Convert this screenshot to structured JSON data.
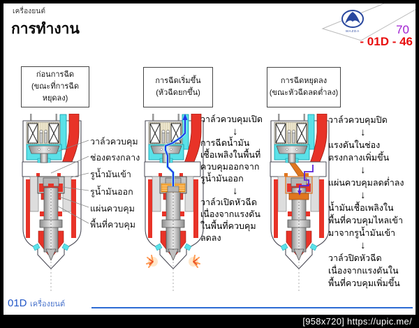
{
  "header": {
    "kicker": "เครื่องยนต์",
    "title": "การทำงาน",
    "page_number": "70",
    "doc_code": "- 01D - 46",
    "logo_text": "MAZDA"
  },
  "columns": [
    {
      "box_lines": [
        "ก่อนการฉีด",
        "(ขณะที่การฉีด",
        "หยุดลง)"
      ],
      "labels": [
        "วาล์วควบคุม",
        "ช่องตรงกลาง",
        "รูน้ำมันเข้า",
        "รูน้ำมันออก",
        "แผ่นควบคุม",
        "พื้นที่ควบคุม"
      ]
    },
    {
      "box_lines": [
        "การฉีดเริ่มขึ้น",
        "(หัวฉีดยกขึ้น)"
      ],
      "steps": [
        "วาล์วควบคุมเปิด",
        "↓",
        "การฉีดน้ำมัน",
        "เชื้อเพลิงในพื้นที่",
        "ควบคุมออกจาก",
        "รูน้ำมันออก",
        "↓",
        "วาล์วเปิดหัวฉีด",
        "เนื่องจากแรงดัน",
        "ในพื้นที่ควบคุม",
        "ลดลง"
      ]
    },
    {
      "box_lines": [
        "การฉีดหยุดลง",
        "(ขณะหัวฉีดลดต่ำลง)"
      ],
      "steps": [
        "วาล์วควบคุมปิด",
        "↓",
        "แรงดันในช่อง",
        "ตรงกลางเพิ่มขึ้น",
        "↓",
        "แผ่นควบคุมลดต่ำลง",
        "↓",
        "น้ำมันเชื้อเพลิงใน",
        "พื้นที่ควบคุมไหลเข้า",
        "มาจากรูน้ำมันเข้า",
        "↓",
        "วาล์วปิดหัวฉีด",
        "เนื่องจากแรงดันใน",
        "พื้นที่ควบคุมเพิ่มขึ้น"
      ]
    }
  ],
  "footer": {
    "section_code": "01D",
    "section_label": "เครื่องยนต์"
  },
  "watermark": "[958x720] https://upic.me/",
  "colors": {
    "fuel_red": "#e83328",
    "return_cyan": "#5ae1e8",
    "active_orange": "#f59f2a",
    "code_red": "#e80f0f",
    "page_purple": "#a020d0",
    "footer_blue": "#2b6bd4"
  }
}
